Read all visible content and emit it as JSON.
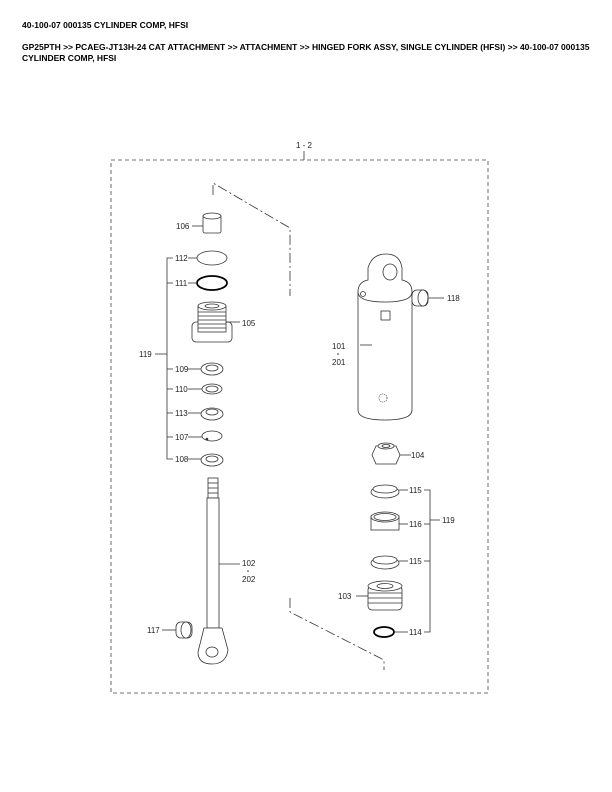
{
  "header": {
    "title": "40-100-07 000135 CYLINDER COMP, HFSI",
    "breadcrumb": "GP25PTH >> PCAEG-JT13H-24 CAT ATTACHMENT >> ATTACHMENT >> HINGED FORK ASSY, SINGLE CYLINDER (HFSI) >> 40-100-07 000135 CYLINDER COMP, HFSI"
  },
  "diagram": {
    "assembly_label": "1 - 2",
    "callouts": {
      "c106": "106",
      "c112": "112",
      "c111": "111",
      "c105": "105",
      "c119a": "119",
      "c109": "109",
      "c110": "110",
      "c113": "113",
      "c107": "107",
      "c108": "108",
      "c102": "102",
      "c202": "202",
      "c117": "117",
      "c101": "101",
      "c201": "201",
      "c118": "118",
      "c104": "104",
      "c115a": "115",
      "c116": "116",
      "c115b": "115",
      "c103": "103",
      "c114": "114",
      "c119b": "119"
    }
  }
}
